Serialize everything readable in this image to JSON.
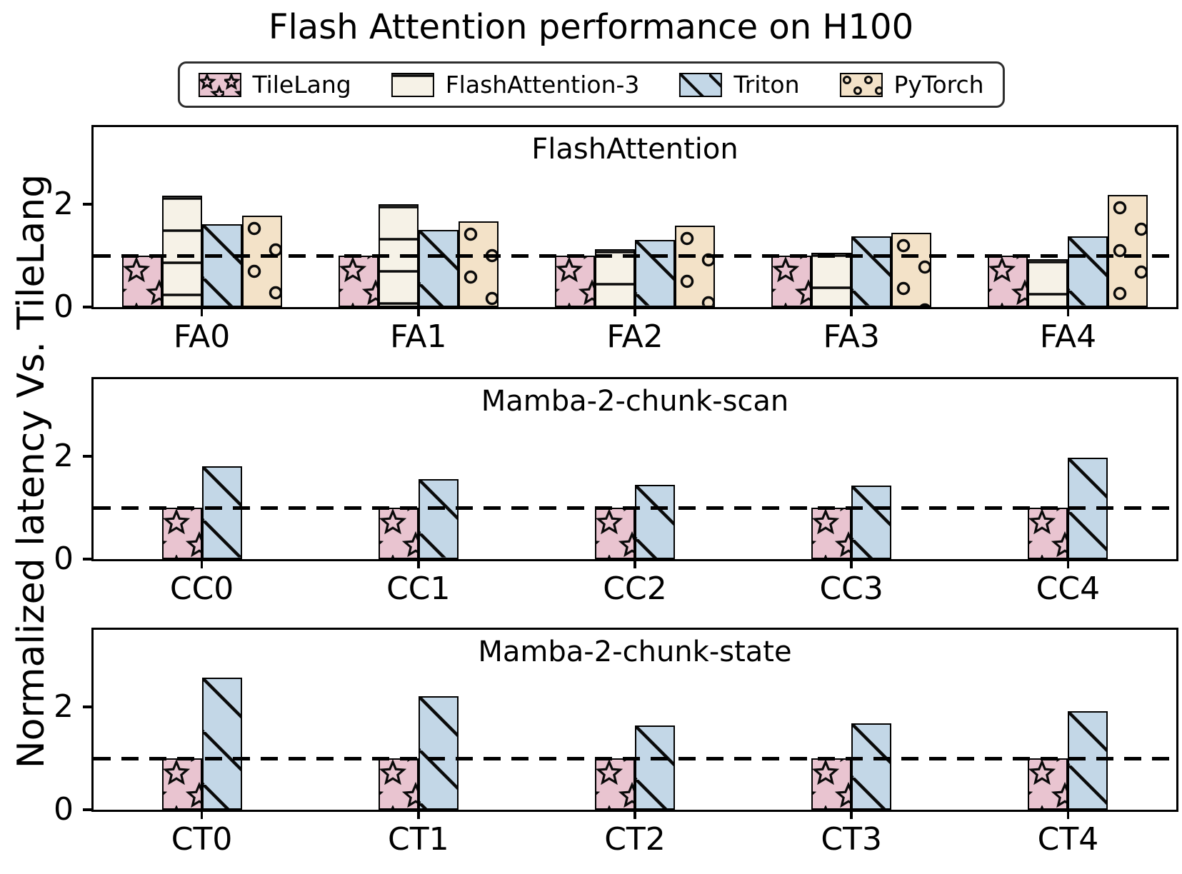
{
  "title": "Flash Attention performance on H100",
  "ylabel": "Normalized latency Vs. TileLang",
  "legend": {
    "items": [
      {
        "label": "TileLang",
        "color": "#e9c4d0",
        "hatch": "star"
      },
      {
        "label": "FlashAttention-3",
        "color": "#f6f2e7",
        "hatch": "hlines"
      },
      {
        "label": "Triton",
        "color": "#c3d7e7",
        "hatch": "diag"
      },
      {
        "label": "PyTorch",
        "color": "#f3e2c8",
        "hatch": "circles"
      }
    ]
  },
  "colors": {
    "edge": "#000000",
    "reference_line": "#000000",
    "background": "#ffffff"
  },
  "chart_data": [
    {
      "type": "bar",
      "title": "FlashAttention",
      "categories": [
        "FA0",
        "FA1",
        "FA2",
        "FA3",
        "FA4"
      ],
      "series": [
        {
          "name": "TileLang",
          "values": [
            1.0,
            1.0,
            1.0,
            1.0,
            1.0
          ]
        },
        {
          "name": "FlashAttention-3",
          "values": [
            2.17,
            2.0,
            1.12,
            1.05,
            0.93
          ]
        },
        {
          "name": "Triton",
          "values": [
            1.61,
            1.5,
            1.3,
            1.37,
            1.37
          ]
        },
        {
          "name": "PyTorch",
          "values": [
            1.78,
            1.66,
            1.58,
            1.45,
            2.18
          ]
        }
      ],
      "ylim": [
        0,
        3.5
      ],
      "yticks": [
        0,
        2
      ],
      "ref_line": 1.0,
      "grid": false
    },
    {
      "type": "bar",
      "title": "Mamba-2-chunk-scan",
      "categories": [
        "CC0",
        "CC1",
        "CC2",
        "CC3",
        "CC4"
      ],
      "series": [
        {
          "name": "TileLang",
          "values": [
            1.0,
            1.0,
            1.0,
            1.0,
            1.0
          ]
        },
        {
          "name": "Triton",
          "values": [
            1.8,
            1.55,
            1.45,
            1.43,
            1.97
          ]
        }
      ],
      "ylim": [
        0,
        3.5
      ],
      "yticks": [
        0,
        2
      ],
      "ref_line": 1.0,
      "grid": false
    },
    {
      "type": "bar",
      "title": "Mamba-2-chunk-state",
      "categories": [
        "CT0",
        "CT1",
        "CT2",
        "CT3",
        "CT4"
      ],
      "series": [
        {
          "name": "TileLang",
          "values": [
            1.0,
            1.0,
            1.0,
            1.0,
            1.0
          ]
        },
        {
          "name": "Triton",
          "values": [
            2.57,
            2.21,
            1.64,
            1.68,
            1.91
          ]
        }
      ],
      "ylim": [
        0,
        3.5
      ],
      "yticks": [
        0,
        2
      ],
      "ref_line": 1.0,
      "grid": false
    }
  ]
}
